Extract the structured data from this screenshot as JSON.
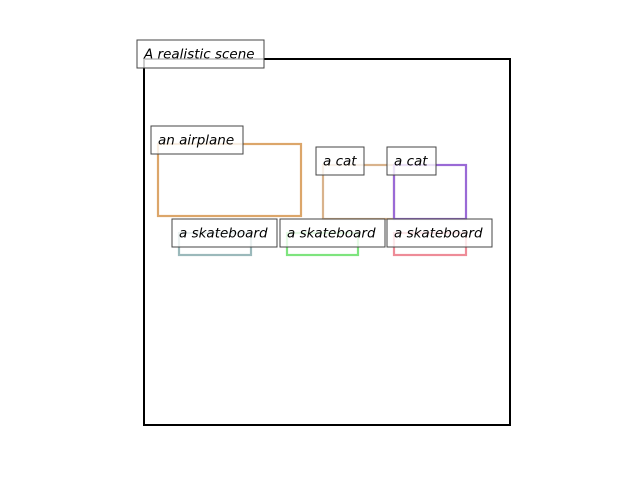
{
  "scene": {
    "title": "A realistic scene",
    "frame_color": "#000000"
  },
  "objects": [
    {
      "label": "an airplane",
      "color": "#dca66a"
    },
    {
      "label": "a cat",
      "color": "#d9b38c"
    },
    {
      "label": "a cat",
      "color": "#9a6ad6"
    },
    {
      "label": "a skateboard",
      "color": "#9bb9bb"
    },
    {
      "label": "a skateboard",
      "color": "#7ee47e"
    },
    {
      "label": "a skateboard",
      "color": "#ee8c98"
    }
  ]
}
